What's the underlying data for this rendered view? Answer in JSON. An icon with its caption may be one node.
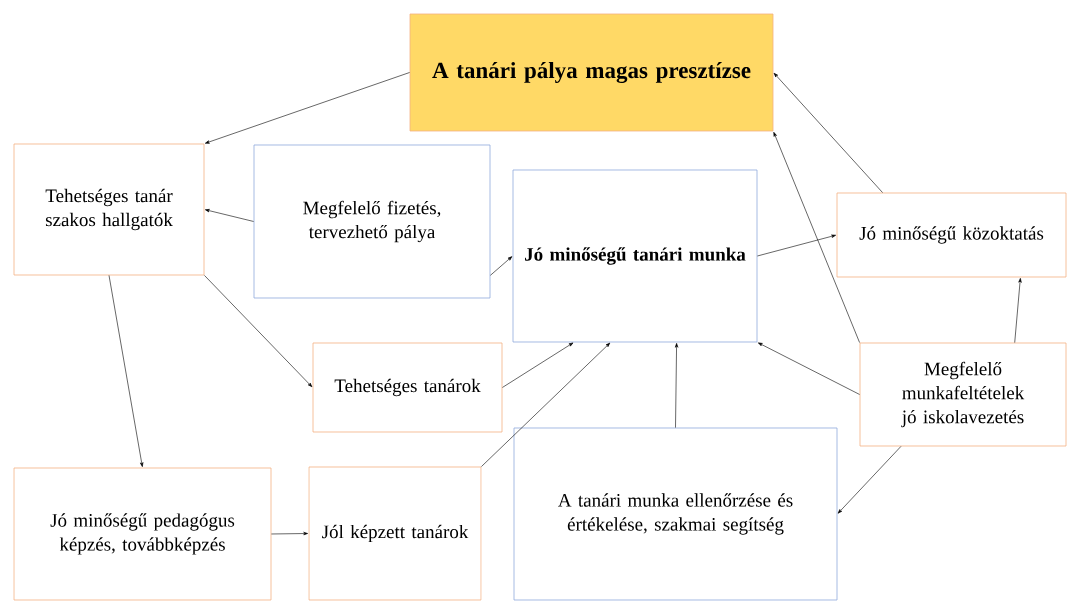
{
  "diagram": {
    "nodes": [
      {
        "text": [
          "A tanári pálya magas presztízse"
        ]
      },
      {
        "text": [
          "Tehetséges tanár szakos hallgatók"
        ]
      },
      {
        "text": [
          "Megfelelő fizetés, tervezhető pálya"
        ]
      },
      {
        "text": [
          "Jó minőségű tanári munka"
        ]
      },
      {
        "text": [
          "Jó minőségű közoktatás"
        ]
      },
      {
        "text": [
          "Tehetséges tanárok"
        ]
      },
      {
        "text": [
          "Megfelelő munkafeltételek jó iskolavezetés"
        ]
      },
      {
        "text": [
          "Jó minőségű pedagógus képzés, továbbképzés"
        ]
      },
      {
        "text": [
          "Jól képzett tanárok"
        ]
      },
      {
        "text": [
          "A tanári munka ellenőrzése és értékelése, szakmai segítség"
        ]
      }
    ],
    "edges": [
      {
        "from": 0,
        "to": 1,
        "arrow": "to"
      },
      {
        "from": 2,
        "to": 1,
        "arrow": "to"
      },
      {
        "from": 2,
        "to": 3,
        "arrow": "to"
      },
      {
        "from": 3,
        "to": 4,
        "arrow": "to"
      },
      {
        "from": 4,
        "to": 0,
        "arrow": "to"
      },
      {
        "from": 6,
        "to": 0,
        "arrow": "to"
      },
      {
        "from": 6,
        "to": 4,
        "arrow": "to"
      },
      {
        "from": 6,
        "to": 3,
        "arrow": "to"
      },
      {
        "from": 6,
        "to": 9,
        "arrow": "to"
      },
      {
        "from": 1,
        "to": 5,
        "arrow": "to"
      },
      {
        "from": 1,
        "to": 7,
        "arrow": "to"
      },
      {
        "from": 5,
        "to": 3,
        "arrow": "to"
      },
      {
        "from": 8,
        "to": 3,
        "arrow": "to"
      },
      {
        "from": 9,
        "to": 3,
        "arrow": "to"
      },
      {
        "from": 7,
        "to": 8,
        "arrow": "to"
      }
    ]
  }
}
